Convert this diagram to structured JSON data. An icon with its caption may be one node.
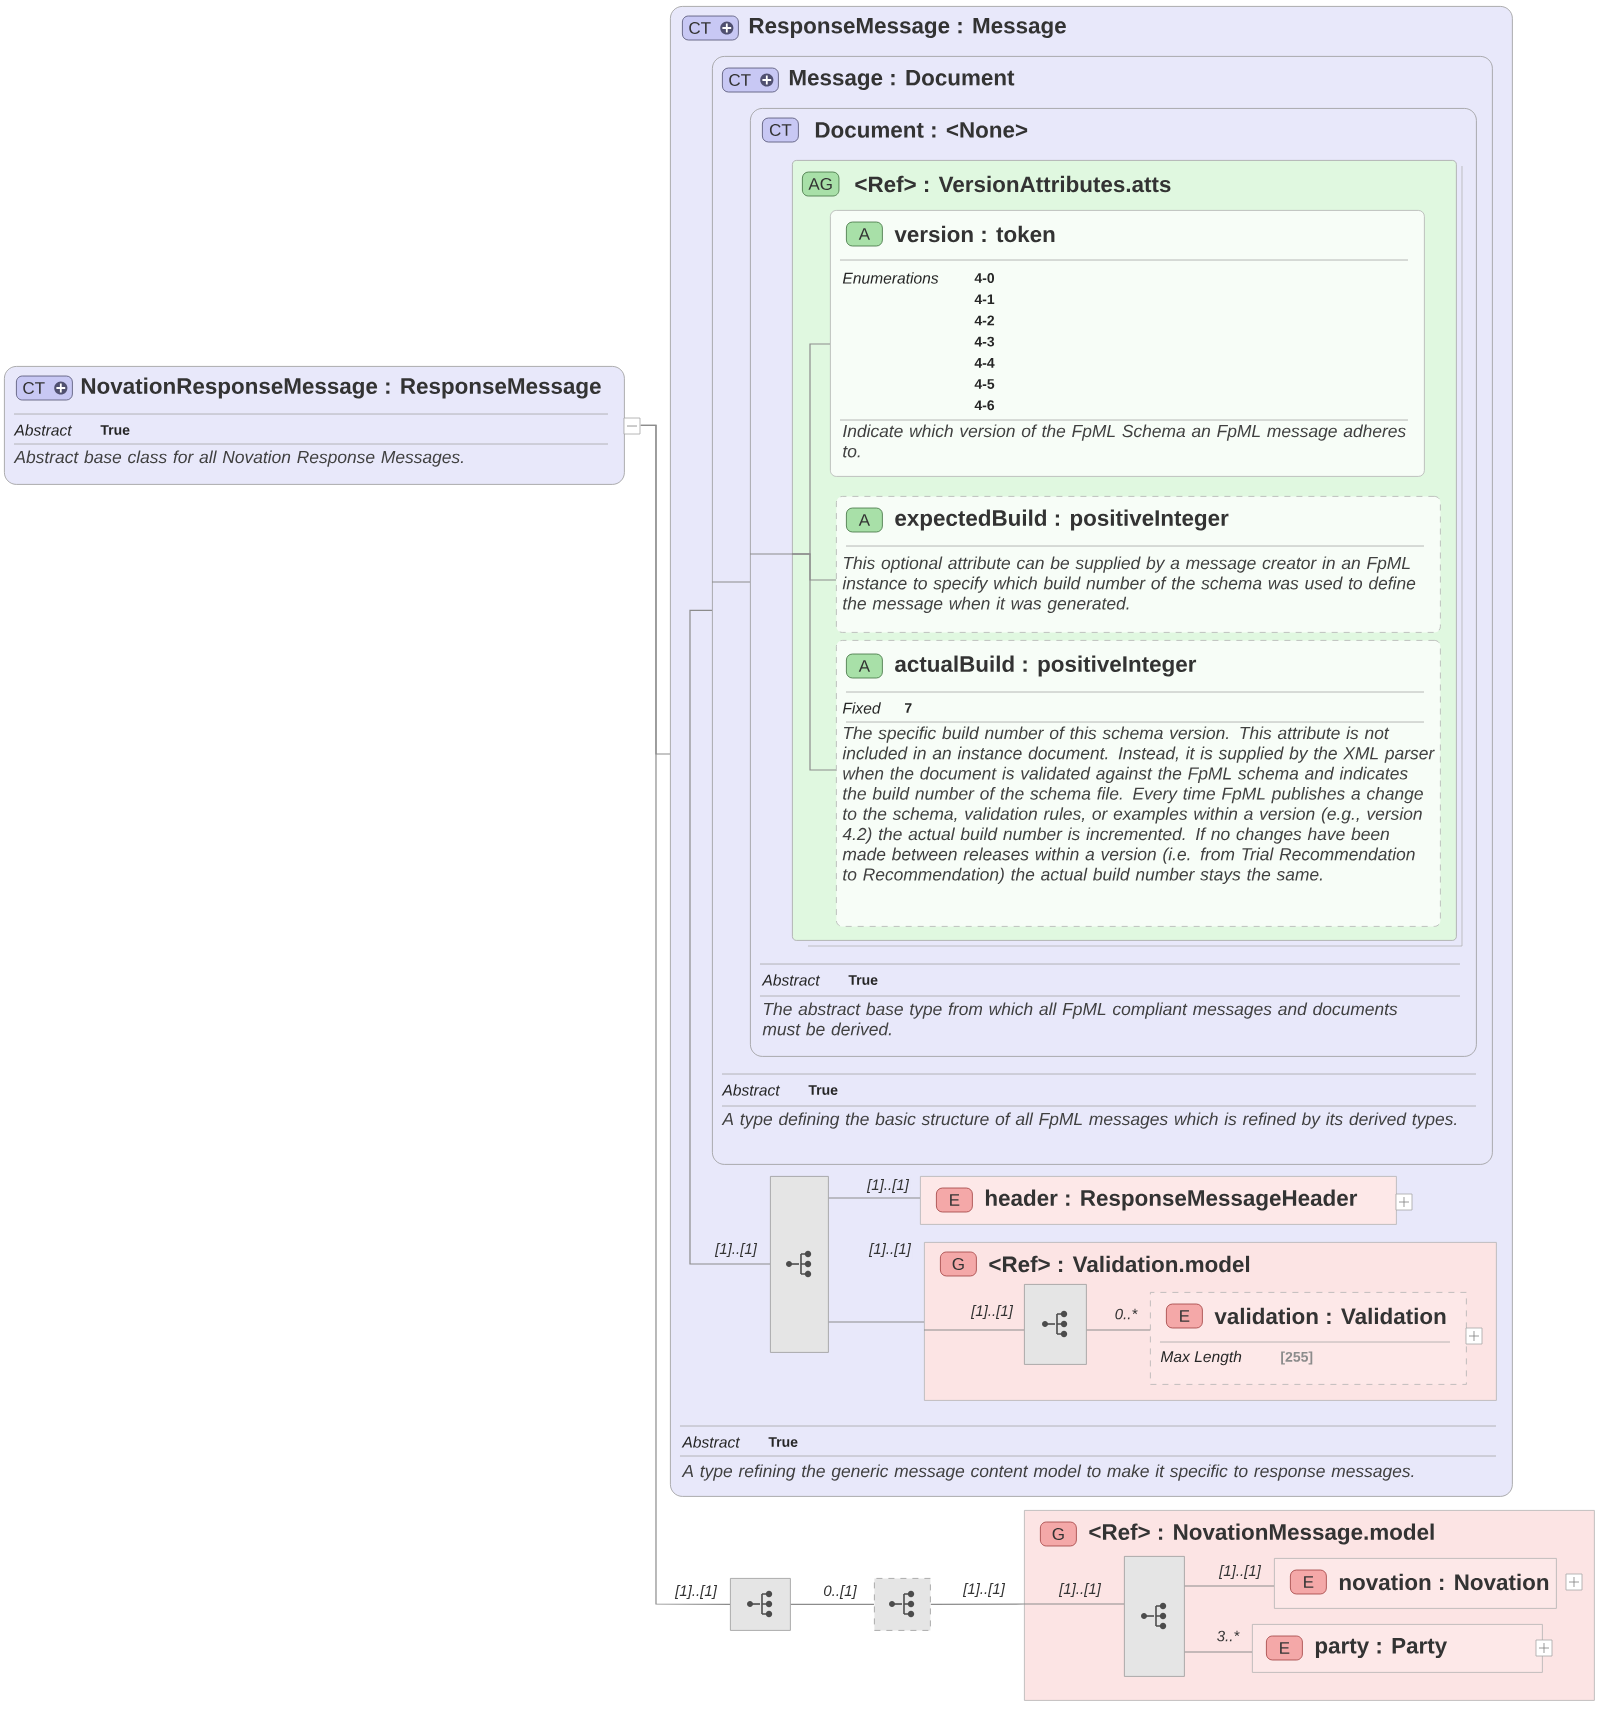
{
  "diagram": {
    "nodes": [
      {
        "text": [
          "CT",
          "NovationResponseMessage : ResponseMessage",
          "Abstract",
          "True",
          "Abstract base class for all Novation Response Messages."
        ]
      },
      {
        "text": [
          "CT",
          "ResponseMessage : Message",
          "Abstract",
          "True",
          "A type refining the generic message content model to make it specific to response messages."
        ]
      },
      {
        "text": [
          "CT",
          "Message : Document",
          "Abstract",
          "True",
          "A type defining the basic structure of all FpML messages which is refined by its derived types."
        ],
        "in": 1
      },
      {
        "text": [
          "CT",
          "Document : <None>",
          "Abstract",
          "True",
          "The abstract base type from which all FpML compliant messages and documents must be derived."
        ],
        "in": 2
      },
      {
        "text": [
          "AG",
          "<Ref> : VersionAttributes.atts"
        ],
        "in": 3
      },
      {
        "text": [
          "A",
          "version : token",
          "Enumerations",
          "4-0",
          "4-1",
          "4-2",
          "4-3",
          "4-4",
          "4-5",
          "4-6",
          "Indicate which version of the FpML Schema an FpML message adheres to."
        ],
        "in": 4
      },
      {
        "text": [
          "A",
          "expectedBuild : positiveInteger",
          "This optional attribute can be supplied by a message creator in an FpML instance to specify which build number of the schema was used to define the message when it was generated."
        ],
        "in": 4
      },
      {
        "text": [
          "A",
          "actualBuild : positiveInteger",
          "Fixed",
          "7",
          "The specific build number of this schema version. This attribute is not included in an instance document. Instead, it is supplied by the XML parser when the document is validated against the FpML schema and indicates the build number of the schema file. Every time FpML publishes a change to the schema, validation rules, or examples within a version (e.g., version 4.2) the actual build number is incremented. If no changes have been made between releases within a version (i.e. from Trial Recommendation to Recommendation) the actual build number stays the same."
        ],
        "in": 4
      },
      {
        "text": [],
        "shape": "box",
        "in": 1
      },
      {
        "text": [
          "E",
          "header : ResponseMessageHeader"
        ],
        "in": 1
      },
      {
        "text": [
          "G",
          "<Ref> : Validation.model"
        ],
        "in": 1
      },
      {
        "text": [],
        "shape": "box",
        "in": 10
      },
      {
        "text": [
          "E",
          "validation : Validation",
          "Max Length",
          "[255]"
        ],
        "in": 10
      },
      {
        "text": [],
        "shape": "box"
      },
      {
        "text": [],
        "shape": "box"
      },
      {
        "text": [
          "G",
          "<Ref> : NovationMessage.model"
        ]
      },
      {
        "text": [],
        "shape": "box",
        "in": 15
      },
      {
        "text": [
          "E",
          "novation : Novation"
        ],
        "in": 15
      },
      {
        "text": [
          "E",
          "party : Party"
        ],
        "in": 15
      }
    ],
    "edges": [
      {
        "from": 0,
        "to": 1,
        "arrow": "none"
      },
      {
        "from": 0,
        "to": 13,
        "arrow": "none",
        "label": "[1]..[1]"
      },
      {
        "from": 2,
        "to": 3,
        "arrow": "none"
      },
      {
        "from": 3,
        "to": 4,
        "arrow": "none"
      },
      {
        "from": 4,
        "to": 5,
        "arrow": "none"
      },
      {
        "from": 4,
        "to": 6,
        "arrow": "none"
      },
      {
        "from": 4,
        "to": 7,
        "arrow": "none"
      },
      {
        "from": 2,
        "to": 8,
        "arrow": "none",
        "label": "[1]..[1]"
      },
      {
        "from": 8,
        "to": 9,
        "arrow": "none",
        "label": "[1]..[1]"
      },
      {
        "from": 8,
        "to": 10,
        "arrow": "none",
        "label": "[1]..[1]"
      },
      {
        "from": 10,
        "to": 11,
        "arrow": "none",
        "label": "[1]..[1]"
      },
      {
        "from": 11,
        "to": 12,
        "arrow": "none",
        "label": "0..*"
      },
      {
        "from": 13,
        "to": 14,
        "arrow": "none",
        "label": "0..[1]"
      },
      {
        "from": 14,
        "to": 15,
        "arrow": "none",
        "label": "[1]..[1]"
      },
      {
        "from": 15,
        "to": 16,
        "arrow": "none",
        "label": "[1]..[1]"
      },
      {
        "from": 16,
        "to": 17,
        "arrow": "none",
        "label": "[1]..[1]"
      },
      {
        "from": 16,
        "to": 18,
        "arrow": "none",
        "label": "3..*"
      }
    ]
  }
}
